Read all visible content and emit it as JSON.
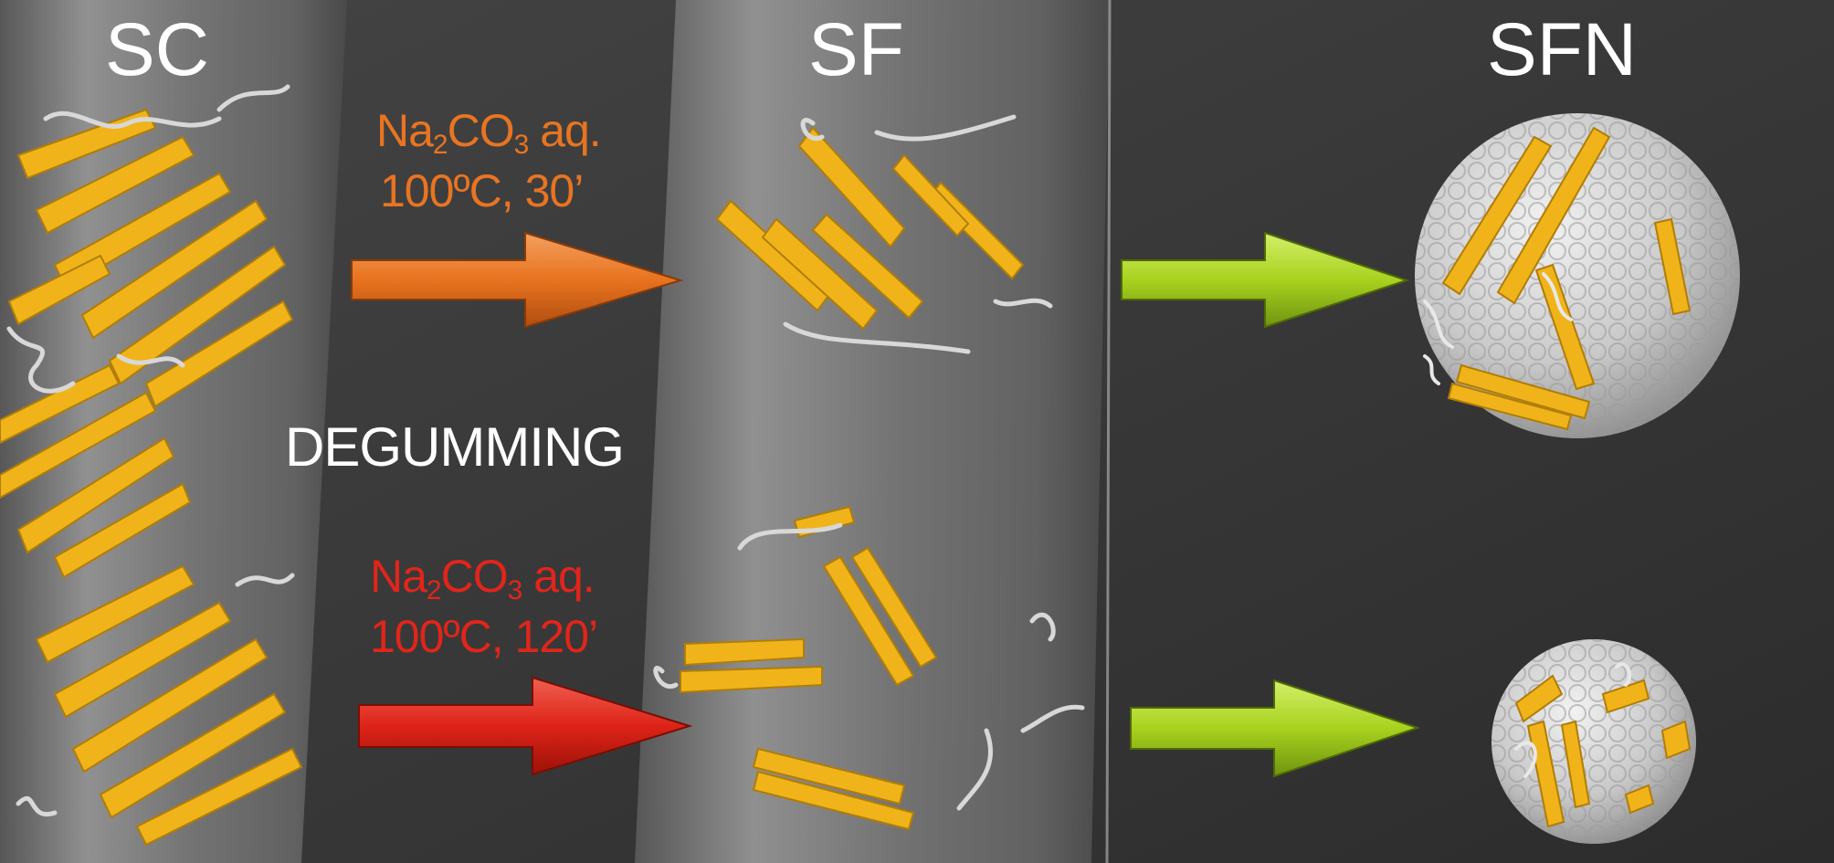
{
  "columns": {
    "sc": "SC",
    "sf": "SF",
    "sfn": "SFN"
  },
  "process": "DEGUMMING",
  "condition_short": {
    "reagent_main": "Na",
    "sub1": "2",
    "mid": "CO",
    "sub2": "3",
    "suffix": " aq.",
    "temp_time": "100ºC, 30’",
    "color": "#e87422"
  },
  "condition_long": {
    "reagent_main": "Na",
    "sub1": "2",
    "mid": "CO",
    "sub2": "3",
    "suffix": " aq.",
    "temp_time": "100ºC, 120’",
    "color": "#e0251b"
  },
  "colors": {
    "background": "#3a3a3a",
    "fiber": "#8a8a8a",
    "beta_sheet": "#f0b41a",
    "coil": "#d8d8d8",
    "arrow_orange": "#e8731f",
    "arrow_red": "#de2318",
    "arrow_green": "#a8d21e",
    "nanoparticle": "#cfcfcf"
  }
}
